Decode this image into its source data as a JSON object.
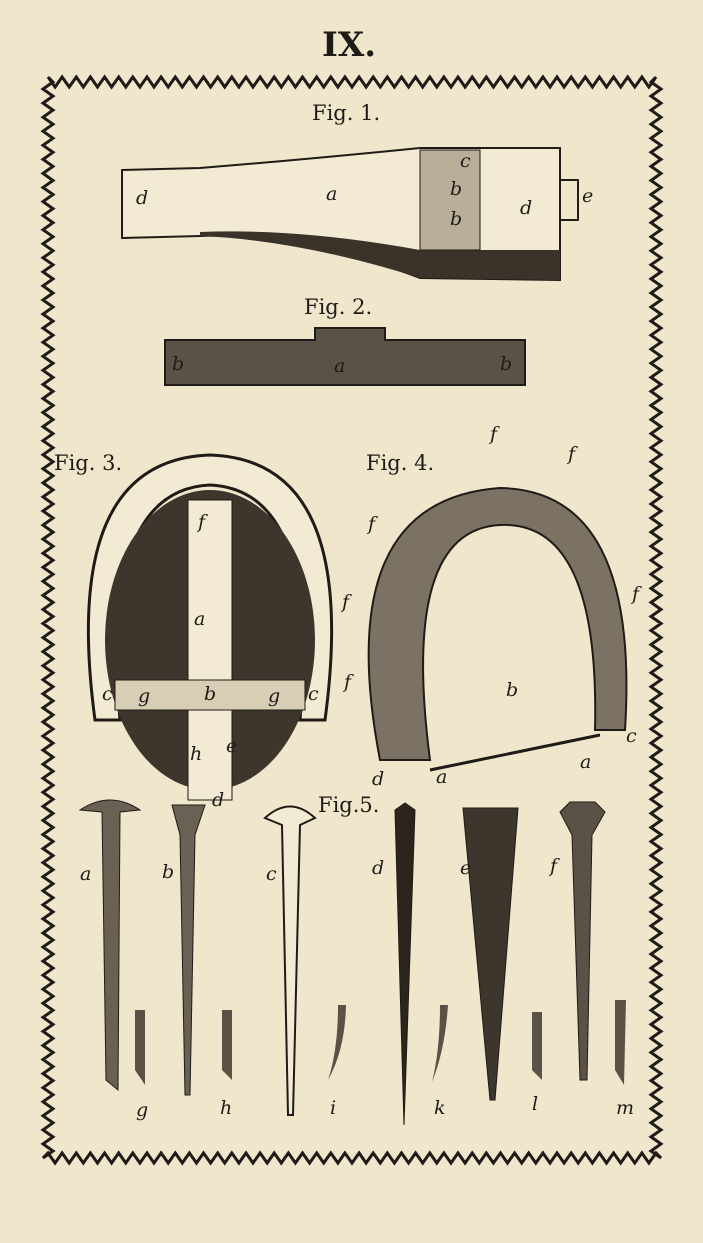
{
  "plate_number": "IX.",
  "fig1": {
    "title": "Fig. 1.",
    "labels": {
      "d_left": "d",
      "a": "a",
      "c": "c",
      "b_top": "b",
      "b_bottom": "b",
      "d_right": "d",
      "e": "e"
    }
  },
  "fig2": {
    "title": "Fig. 2.",
    "labels": {
      "b_left": "b",
      "a": "a",
      "b_right": "b"
    }
  },
  "fig3": {
    "title": "Fig. 3.",
    "labels": {
      "f": "f",
      "a": "a",
      "b": "b",
      "c_left": "c",
      "c_right": "c",
      "g_left": "g",
      "g_right": "g",
      "h": "h",
      "e": "e"
    }
  },
  "fig4": {
    "title": "Fig. 4.",
    "labels": {
      "f1": "f",
      "f2": "f",
      "f3": "f",
      "f4": "f",
      "f5": "f",
      "f6": "f",
      "b": "b",
      "d": "d",
      "a_left": "a",
      "a_right": "a",
      "c": "c"
    }
  },
  "fig5": {
    "title": "Fig.5.",
    "labels": {
      "a": "a",
      "b": "b",
      "d_top": "d",
      "c": "c",
      "d": "d",
      "e": "e",
      "f": "f",
      "g": "g",
      "h": "h",
      "i": "i",
      "k": "k",
      "l": "l",
      "m": "m"
    }
  }
}
